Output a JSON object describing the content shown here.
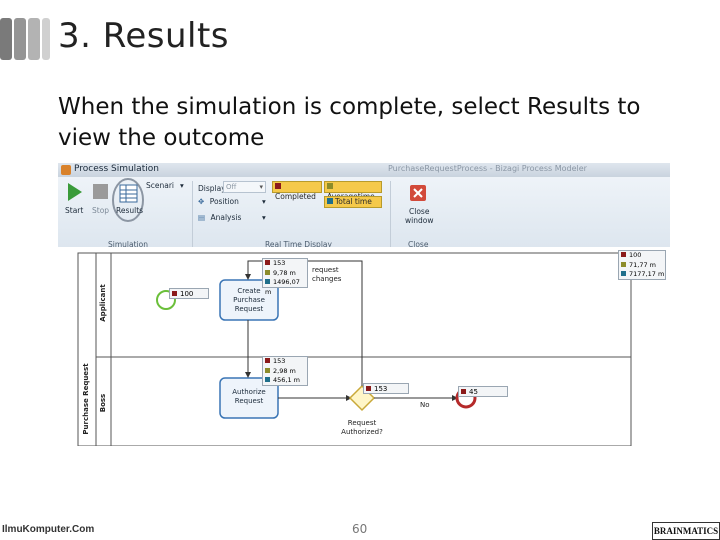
{
  "slide": {
    "title": "3. Results",
    "body": "When the simulation is complete, select Results to view the outcome",
    "page_number": "60",
    "footer_left": "IlmuKomputer.Com",
    "footer_logo": "BRAINMATICS"
  },
  "app": {
    "title": "Process Simulation",
    "title_right": "PurchaseRequestProcess - Bizagi Process Modeler",
    "ribbon": {
      "start_label": "Start",
      "stop_label": "Stop",
      "results_label": "Results",
      "scenario_value": "Scenari",
      "display_label": "Display",
      "display_value": "Off",
      "position_label": "Position",
      "analysis_label": "Analysis",
      "legend": {
        "completed": "Completed",
        "average_time": "Averagetime",
        "total_time": "Total time"
      },
      "close_label_1": "Close",
      "close_label_2": "window",
      "groups": {
        "simulation": "Simulation",
        "realtime": "Real Time Display",
        "close": "Close"
      }
    },
    "colors": {
      "completed": "#8b1a1a",
      "average_time": "#8c8c2a",
      "total_time": "#1f6f8b",
      "chip_fill": "#f5c94a"
    },
    "diagram": {
      "pool_label": "Purchase Request",
      "lanes": [
        "Applicant",
        "Boss"
      ],
      "start_counter": "100",
      "task1": {
        "label_1": "Create",
        "label_2": "Purchase",
        "label_3": "Request"
      },
      "task2": {
        "label_1": "Authorize",
        "label_2": "Request"
      },
      "task1_stats": [
        "153",
        "9,78 m",
        "1496,07 m"
      ],
      "task2_stats": [
        "153",
        "2,98 m",
        "456,1 m"
      ],
      "gateway_counter": "153",
      "gateway_label_1": "Request",
      "gateway_label_2": "Authorized?",
      "end_counter": "45",
      "no_label": "No",
      "loop_label_1": "request",
      "loop_label_2": "changes",
      "summary_stats": [
        "100",
        "71,77 m",
        "7177,17 m"
      ]
    }
  }
}
